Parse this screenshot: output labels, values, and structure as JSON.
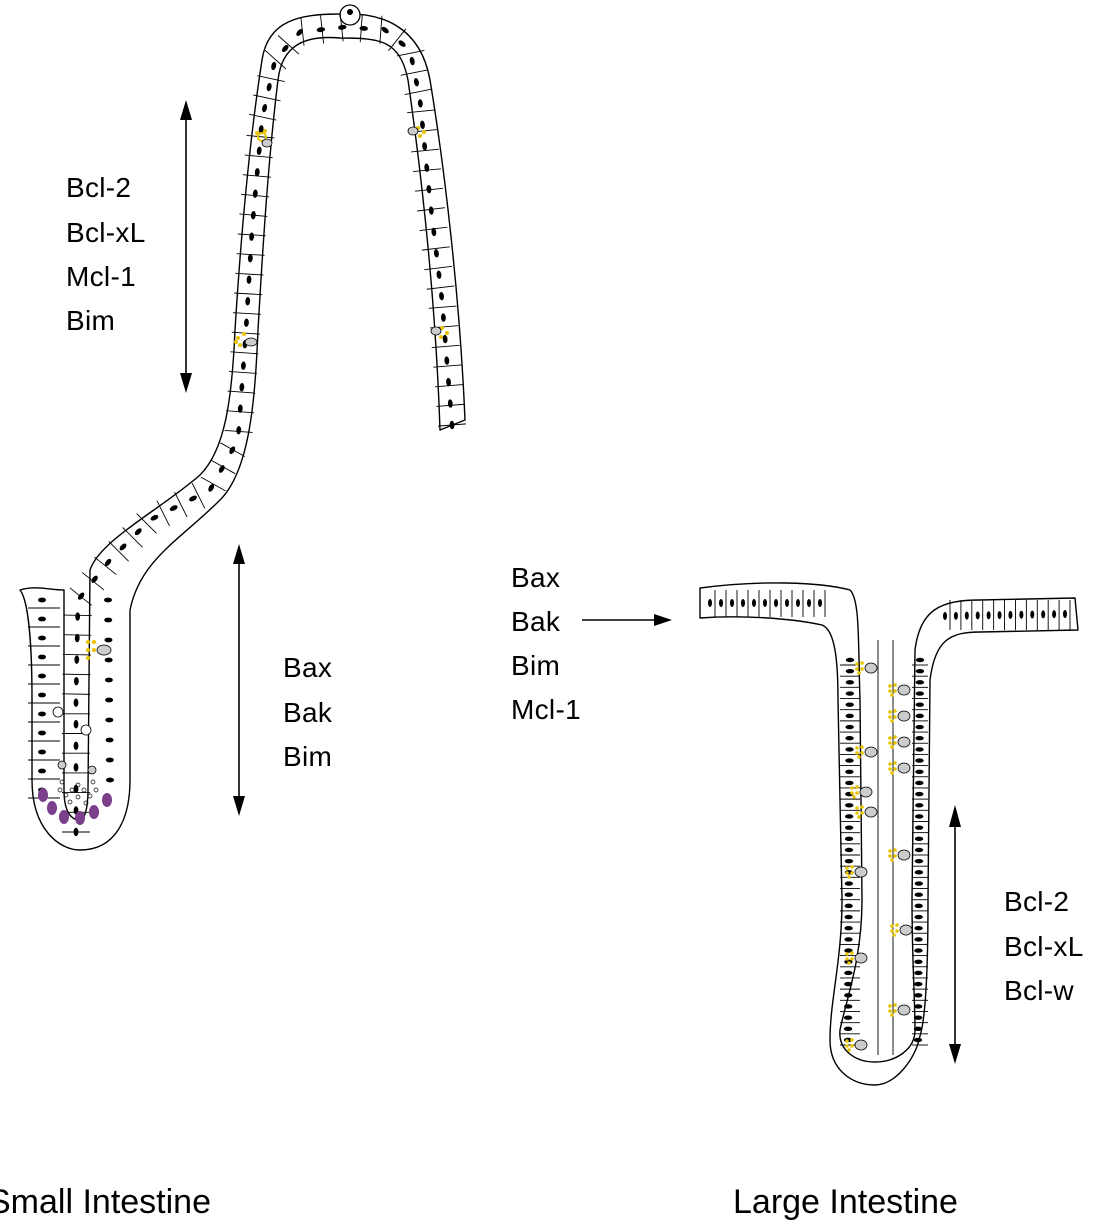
{
  "small_intestine": {
    "title": "Small Intestine",
    "villus_labels": [
      "Bcl-2",
      "Bcl-xL",
      "Mcl-1",
      "Bim"
    ],
    "crypt_labels": [
      "Bax",
      "Bak",
      "Bim"
    ]
  },
  "large_intestine": {
    "title": "Large Intestine",
    "surface_labels": [
      "Bax",
      "Bak",
      "Bim",
      "Mcl-1"
    ],
    "crypt_labels": [
      "Bcl-2",
      "Bcl-xL",
      "Bcl-w"
    ]
  },
  "colors": {
    "goblet_granules": "#e8c400",
    "paneth_cells": "#7b3f8c",
    "vacuole": "#cccccc",
    "nucleus": "#000000"
  }
}
